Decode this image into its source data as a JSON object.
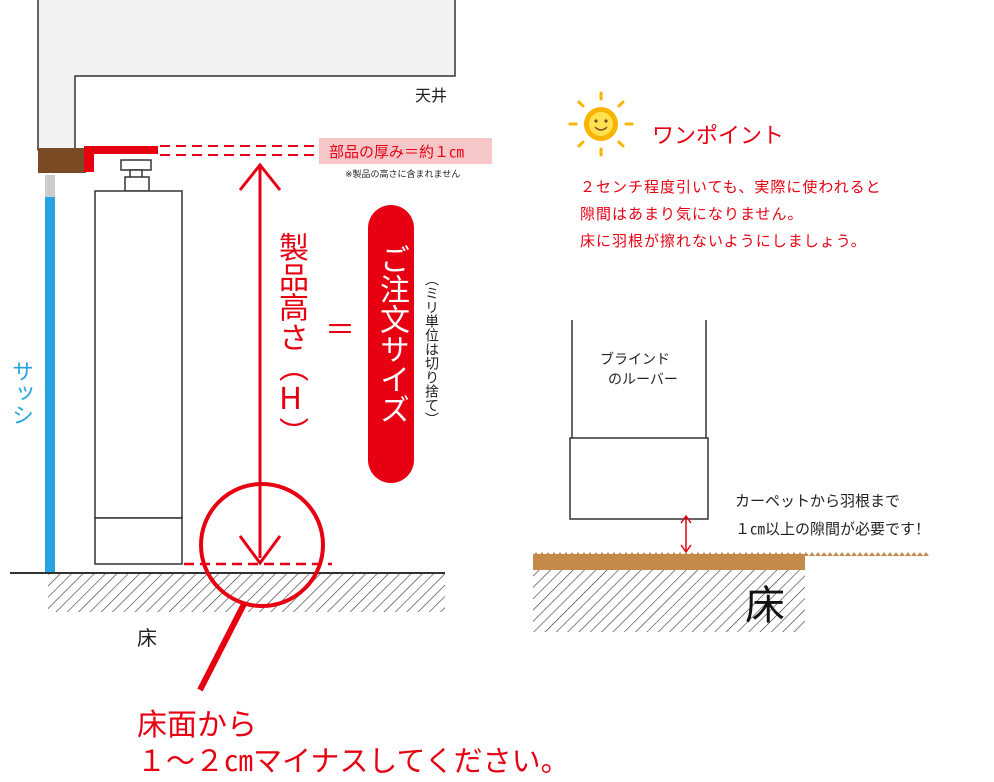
{
  "ceiling_label": "天井",
  "thickness_label": "部品の厚み＝約１㎝",
  "thickness_note": "※製品の高さに含まれません",
  "sash_label": "サッシ",
  "product_height_label": "製品高さ（H）",
  "equals": "＝",
  "order_size_label": "ご注文サイズ",
  "rounding_note": "（ミリ単位は切り捨て）",
  "floor_label_left": "床",
  "floor_note": {
    "line1": "床面から",
    "line2": "１～２㎝マイナスしてください。"
  },
  "one_point": {
    "title": "ワンポイント",
    "lines": [
      "２センチ程度引いても、実際に使われると",
      "隙間はあまり気になりません。",
      "床に羽根が擦れないようにしましょう。"
    ]
  },
  "louver_label": {
    "line1": "ブラインド",
    "line2": "のルーバー"
  },
  "gap_note": {
    "line1": "カーペットから羽根まで",
    "line2": "１㎝以上の隙間が必要です！"
  },
  "floor_label_right": "床",
  "colors": {
    "red": "#e60012",
    "blue": "#29a3e0",
    "brown": "#7a4a24",
    "carpet": "#c48a4a",
    "gray": "#555555",
    "note_bg": "#f7c6c9",
    "ceiling_fill": "#f2f2f2"
  }
}
